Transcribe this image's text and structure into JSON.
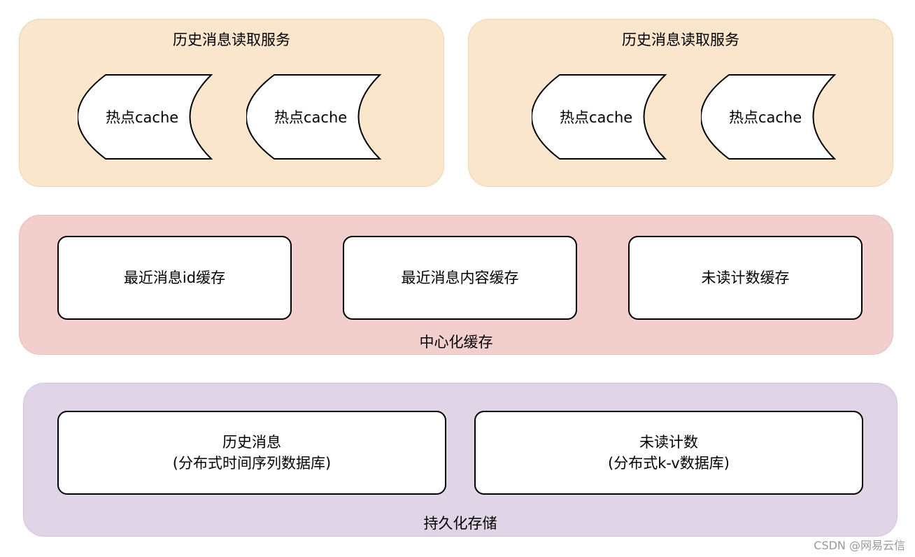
{
  "services": [
    {
      "title": "历史消息读取服务",
      "caches": [
        "热点cache",
        "热点cache"
      ]
    },
    {
      "title": "历史消息读取服务",
      "caches": [
        "热点cache",
        "热点cache"
      ]
    }
  ],
  "central_cache": {
    "label": "中心化缓存",
    "boxes": [
      "最近消息id缓存",
      "最近消息内容缓存",
      "未读计数缓存"
    ]
  },
  "persistent_storage": {
    "label": "持久化存储",
    "boxes": [
      {
        "line1": "历史消息",
        "line2": "(分布式时间序列数据库)"
      },
      {
        "line1": "未读计数",
        "line2": "(分布式k-v数据库)"
      }
    ]
  },
  "colors": {
    "service_bg": "#fae5cd",
    "central_bg": "#f2cfcd",
    "storage_bg": "#e0d4e7"
  },
  "watermark": "CSDN @网易云信"
}
